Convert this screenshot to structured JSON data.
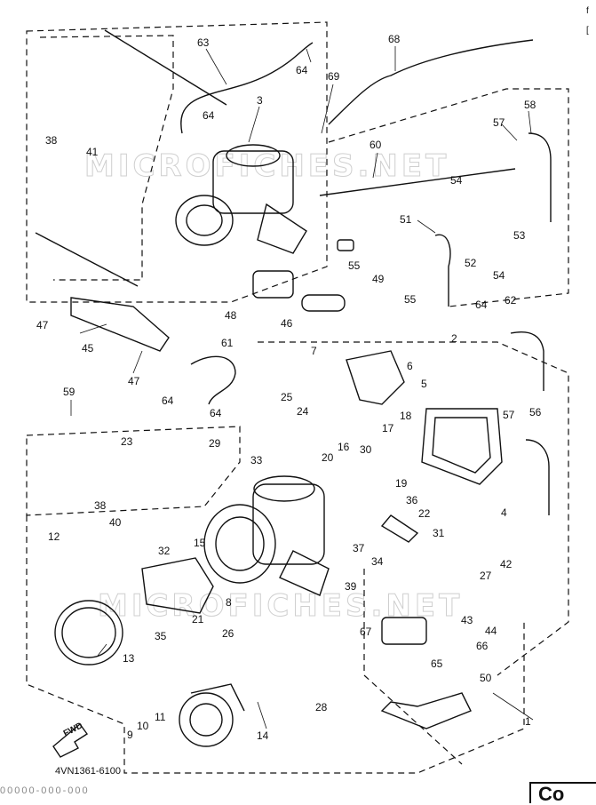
{
  "watermark": "MICROFICHES.NET",
  "reference": "4VN1361-6100",
  "footer_code": "00000-000-000",
  "direction_label": "FWD",
  "corner_tab": "Co",
  "corner_marks": [
    "f",
    "["
  ],
  "callouts": [
    "1",
    "2",
    "3",
    "4",
    "5",
    "6",
    "7",
    "8",
    "9",
    "10",
    "11",
    "12",
    "13",
    "14",
    "15",
    "16",
    "17",
    "18",
    "19",
    "20",
    "21",
    "22",
    "23",
    "24",
    "25",
    "26",
    "27",
    "28",
    "29",
    "30",
    "31",
    "32",
    "33",
    "34",
    "35",
    "36",
    "37",
    "38",
    "39",
    "40",
    "41",
    "42",
    "43",
    "44",
    "45",
    "46",
    "47",
    "48",
    "49",
    "50",
    "51",
    "52",
    "53",
    "54",
    "55",
    "56",
    "57",
    "58",
    "59",
    "60",
    "61",
    "62",
    "63",
    "64",
    "65",
    "66",
    "67",
    "68",
    "69"
  ],
  "labels": [
    {
      "text": "63"
    },
    {
      "text": "64"
    },
    {
      "text": "68"
    },
    {
      "text": "69"
    },
    {
      "text": "3"
    },
    {
      "text": "64"
    },
    {
      "text": "38"
    },
    {
      "text": "41"
    },
    {
      "text": "57"
    },
    {
      "text": "58"
    },
    {
      "text": "60"
    },
    {
      "text": "54"
    },
    {
      "text": "51"
    },
    {
      "text": "53"
    },
    {
      "text": "52"
    },
    {
      "text": "54"
    },
    {
      "text": "55"
    },
    {
      "text": "49"
    },
    {
      "text": "55"
    },
    {
      "text": "47"
    },
    {
      "text": "48"
    },
    {
      "text": "46"
    },
    {
      "text": "62"
    },
    {
      "text": "64"
    },
    {
      "text": "45"
    },
    {
      "text": "61"
    },
    {
      "text": "7"
    },
    {
      "text": "2"
    },
    {
      "text": "6"
    },
    {
      "text": "47"
    },
    {
      "text": "59"
    },
    {
      "text": "25"
    },
    {
      "text": "5"
    },
    {
      "text": "64"
    },
    {
      "text": "24"
    },
    {
      "text": "64"
    },
    {
      "text": "56"
    },
    {
      "text": "57"
    },
    {
      "text": "18"
    },
    {
      "text": "17"
    },
    {
      "text": "23"
    },
    {
      "text": "29"
    },
    {
      "text": "30"
    },
    {
      "text": "16"
    },
    {
      "text": "33"
    },
    {
      "text": "20"
    },
    {
      "text": "19"
    },
    {
      "text": "4"
    },
    {
      "text": "36"
    },
    {
      "text": "38"
    },
    {
      "text": "22"
    },
    {
      "text": "40"
    },
    {
      "text": "12"
    },
    {
      "text": "32"
    },
    {
      "text": "15"
    },
    {
      "text": "34"
    },
    {
      "text": "31"
    },
    {
      "text": "37"
    },
    {
      "text": "42"
    },
    {
      "text": "27"
    },
    {
      "text": "8"
    },
    {
      "text": "39"
    },
    {
      "text": "21"
    },
    {
      "text": "35"
    },
    {
      "text": "67"
    },
    {
      "text": "43"
    },
    {
      "text": "44"
    },
    {
      "text": "26"
    },
    {
      "text": "66"
    },
    {
      "text": "13"
    },
    {
      "text": "65"
    },
    {
      "text": "50"
    },
    {
      "text": "28"
    },
    {
      "text": "10"
    },
    {
      "text": "11"
    },
    {
      "text": "1"
    },
    {
      "text": "9"
    },
    {
      "text": "14"
    }
  ]
}
